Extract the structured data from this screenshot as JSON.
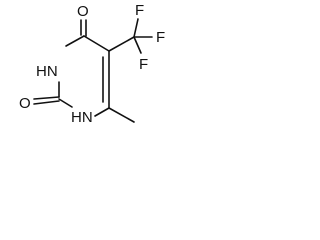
{
  "molecule": {
    "atoms": {
      "o_top": "O",
      "o_left": "O",
      "n3": "HN",
      "n1": "HN",
      "f_top": "F",
      "f_right": "F",
      "f_bottom": "F"
    }
  }
}
